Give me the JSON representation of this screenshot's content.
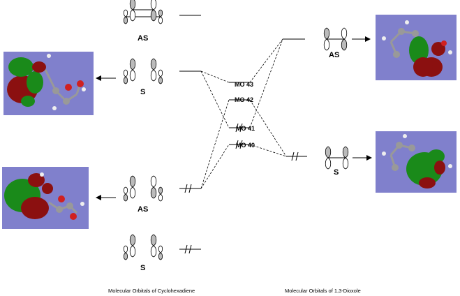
{
  "diagram": {
    "title": "Frontier Molecular Orbital Correlation Diagram",
    "left_column": {
      "caption": "Molecular Orbitals of Cyclohexadiene",
      "levels": [
        {
          "id": "diene-as-high",
          "symmetry": "AS",
          "occupied": false
        },
        {
          "id": "diene-s-high",
          "symmetry": "S",
          "occupied": false,
          "has_render": true
        },
        {
          "id": "diene-as-low",
          "symmetry": "AS",
          "occupied": true,
          "has_render": true
        },
        {
          "id": "diene-s-low",
          "symmetry": "S",
          "occupied": true
        }
      ]
    },
    "right_column": {
      "caption": "Molecular Orbitals of 1,3-Dioxole",
      "levels": [
        {
          "id": "dioxole-as",
          "symmetry": "AS",
          "occupied": false,
          "has_render": true
        },
        {
          "id": "dioxole-s",
          "symmetry": "S",
          "occupied": true,
          "has_render": true
        }
      ]
    },
    "product_column": {
      "levels": [
        {
          "id": "mo43",
          "label": "MO 43",
          "occupied": false
        },
        {
          "id": "mo42",
          "label": "MO 42",
          "occupied": false
        },
        {
          "id": "mo41",
          "label": "MO 41",
          "occupied": true
        },
        {
          "id": "mo40",
          "label": "MO 40",
          "occupied": true
        }
      ]
    },
    "colors": {
      "render_background": "#8080cc",
      "lobe_green": "#1a8a1a",
      "lobe_red": "#8b1010",
      "line": "#000000"
    }
  }
}
